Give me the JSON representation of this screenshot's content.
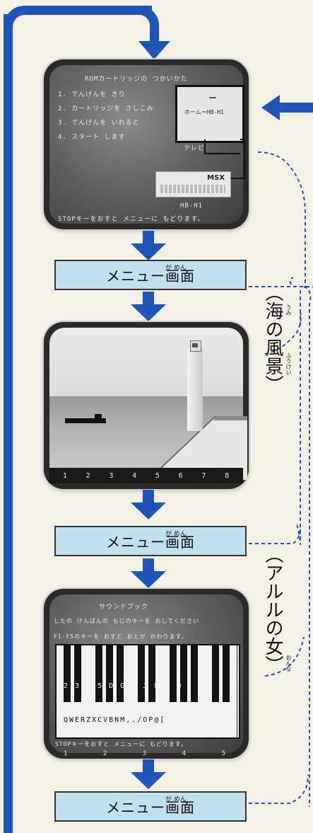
{
  "menu_box": {
    "label": "メニュー画面",
    "ruby": "が めん"
  },
  "screen1": {
    "title": "ROMカートリッジの つかいかた",
    "steps": [
      "1. でんげんを きり",
      "2. カートリッジを さしこみ",
      "3. でんげんを いれると",
      "4. スタート します"
    ],
    "tv_label": "テレビ",
    "tv_screen_text": "ホーム＝HB-H1",
    "device_brand": "MSX",
    "device_model": "HB-H1",
    "footer": "STOPキーをおすと メニューに もどります。"
  },
  "screen2": {
    "channels": [
      "1",
      "2",
      "3",
      "4",
      "5",
      "6",
      "7",
      "8"
    ]
  },
  "screen3": {
    "title": "サウンドブック",
    "line1": "したの けんばんの もじのキーを おしてください",
    "line2": "F1-F5のキーを おすと おとが かわります。",
    "key_labels_top": "2 3 4   5 D   G H J   L :   Q",
    "key_labels_bottom": "QWERZXCVBNM,./OP@[",
    "footer": "STOPキーをおすと メニューに もどります。",
    "numbers": [
      "1",
      "2",
      "3",
      "4",
      "5"
    ]
  },
  "side_labels": {
    "umi_fukei": {
      "text": "（海の風景）",
      "ruby_umi": "うみ",
      "ruby_fukei": "ふうけい"
    },
    "aruru_onna": {
      "text": "（アルルの女）",
      "ruby_onna": "おんな"
    }
  },
  "colors": {
    "arrow_blue": "#1f55b8",
    "menu_bg": "#bfe0ef",
    "page_bg": "#f3f0e6",
    "dashed_line": "#1f55b8"
  }
}
